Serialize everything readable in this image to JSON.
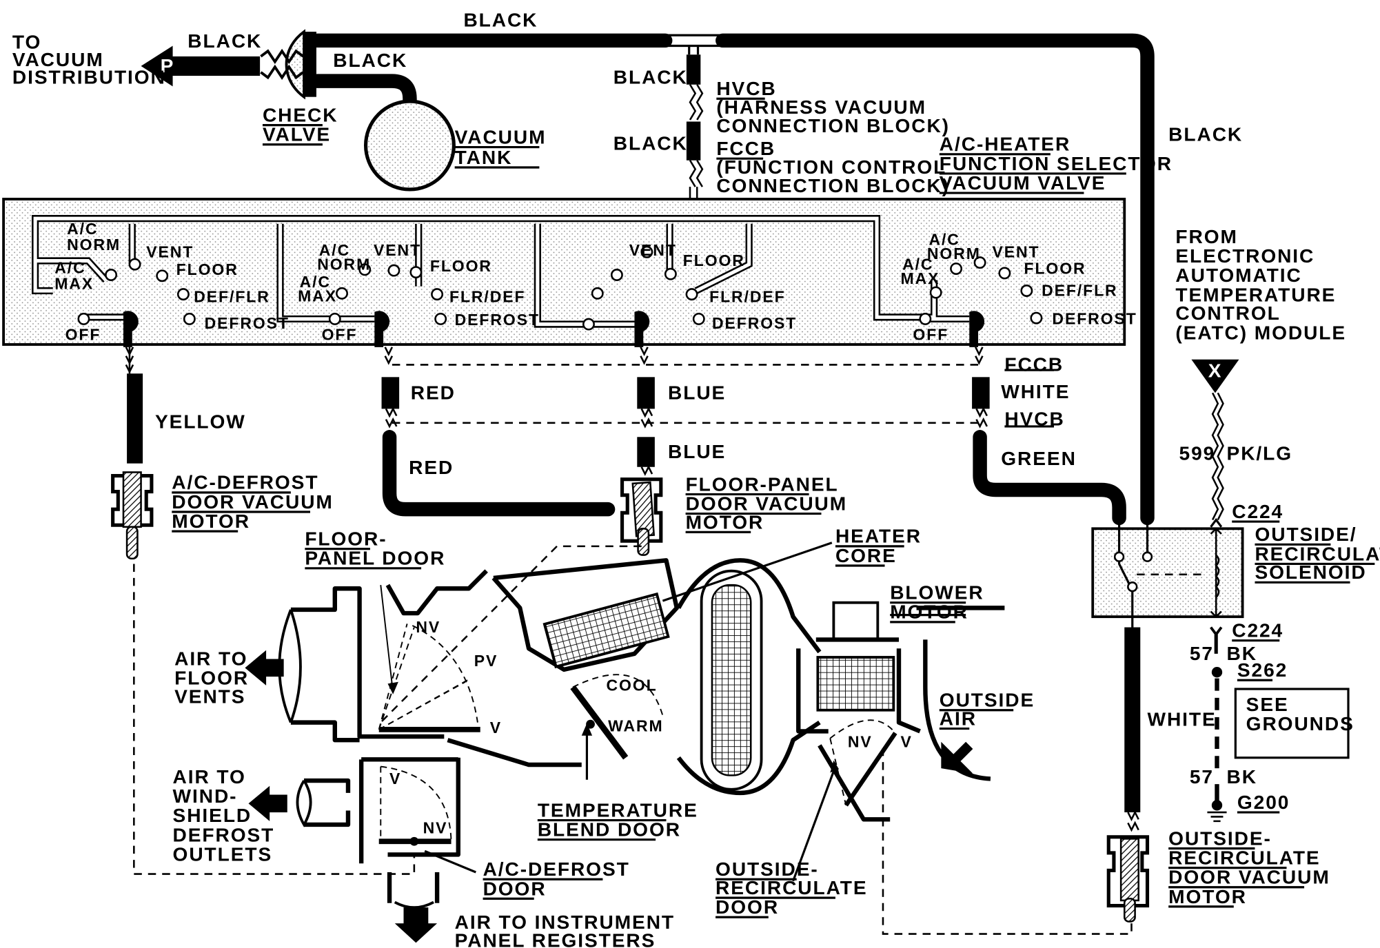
{
  "colors": {
    "ink": "#000000",
    "paper": "#ffffff",
    "panel_fill": "#e6e6e6",
    "tank_fill": "#dcdcdc"
  },
  "top": {
    "to_vacuum_distribution": [
      "TO",
      "VACUUM",
      "DISTRIBUTION"
    ],
    "p_marker": "P",
    "black_left": "BLACK",
    "black_top": "BLACK",
    "black_check_lower": "BLACK",
    "check_valve": [
      "CHECK",
      "VALVE"
    ],
    "vacuum_tank": [
      "VACUUM",
      "TANK"
    ],
    "black_upper_conn": "BLACK",
    "black_lower_conn": "BLACK",
    "hvcb": [
      "HVCB",
      "(HARNESS VACUUM",
      "CONNECTION BLOCK)"
    ],
    "fccb": [
      "FCCB",
      "(FUNCTION CONTROL",
      "CONNECTION BLOCK)"
    ],
    "selector_valve": [
      "A/C-HEATER",
      "FUNCTION SELECTOR",
      "VACUUM VALVE"
    ],
    "black_right": "BLACK"
  },
  "panel": {
    "sections": [
      {
        "labels": [
          "A/C",
          "NORM",
          "A/C",
          "MAX",
          "VENT",
          "FLOOR",
          "DEF/FLR",
          "DEFROST",
          "OFF"
        ]
      },
      {
        "labels": [
          "A/C",
          "NORM",
          "A/C",
          "MAX",
          "VENT",
          "FLOOR",
          "FLR/DEF",
          "DEFROST",
          "OFF"
        ]
      },
      {
        "labels": [
          "VENT",
          "FLOOR",
          "FLR/DEF",
          "DEFROST"
        ]
      },
      {
        "labels": [
          "A/C",
          "NORM",
          "A/C",
          "MAX",
          "VENT",
          "FLOOR",
          "DEF/FLR",
          "DEFROST",
          "OFF"
        ]
      }
    ]
  },
  "hoses": {
    "yellow": "YELLOW",
    "red_upper": "RED",
    "red_lower": "RED",
    "blue_upper": "BLUE",
    "blue_lower": "BLUE",
    "fccb": "FCCB",
    "white": "WHITE",
    "hvcb": "HVCB",
    "green": "GREEN"
  },
  "eatc": {
    "from": [
      "FROM",
      "ELECTRONIC",
      "AUTOMATIC",
      "TEMPERATURE",
      "CONTROL",
      "(EATC) MODULE"
    ],
    "x_marker": "X",
    "wire_num": "599",
    "wire_color": "PK/LG",
    "c224_top": "C224",
    "solenoid": [
      "OUTSIDE/",
      "RECIRCULATE",
      "SOLENOID"
    ],
    "c224_bottom": "C224",
    "w57a": "57",
    "bk_a": "BK",
    "s262": "S262",
    "see_grounds": [
      "SEE",
      "GROUNDS"
    ],
    "white": "WHITE",
    "w57b": "57",
    "bk_b": "BK",
    "g200": "G200"
  },
  "motors": {
    "ac_defrost": [
      "A/C-DEFROST",
      "DOOR VACUUM",
      "MOTOR"
    ],
    "floor_panel": [
      "FLOOR-PANEL",
      "DOOR VACUUM",
      "MOTOR"
    ],
    "outside_recirc": [
      "OUTSIDE-",
      "RECIRCULATE",
      "DOOR VACUUM",
      "MOTOR"
    ]
  },
  "airbox": {
    "floor_panel_door": [
      "FLOOR-",
      "PANEL DOOR"
    ],
    "heater_core": [
      "HEATER",
      "CORE"
    ],
    "blower_motor": [
      "BLOWER",
      "MOTOR"
    ],
    "air_floor": [
      "AIR TO",
      "FLOOR",
      "VENTS"
    ],
    "nv1": "NV",
    "pv": "PV",
    "v1": "V",
    "cool": "COOL",
    "warm": "WARM",
    "outside_air": [
      "OUTSIDE",
      "AIR"
    ],
    "nv2": "NV",
    "v2": "V",
    "air_windshield": [
      "AIR TO",
      "WIND-",
      "SHIELD",
      "DEFROST",
      "OUTLETS"
    ],
    "v3": "V",
    "nv3": "NV",
    "temp_blend": [
      "TEMPERATURE",
      "BLEND DOOR"
    ],
    "ac_defrost_door": [
      "A/C-DEFROST",
      "DOOR"
    ],
    "outside_recirc_door": [
      "OUTSIDE-",
      "RECIRCULATE",
      "DOOR"
    ],
    "air_instrument": [
      "AIR TO INSTRUMENT",
      "PANEL REGISTERS"
    ]
  }
}
